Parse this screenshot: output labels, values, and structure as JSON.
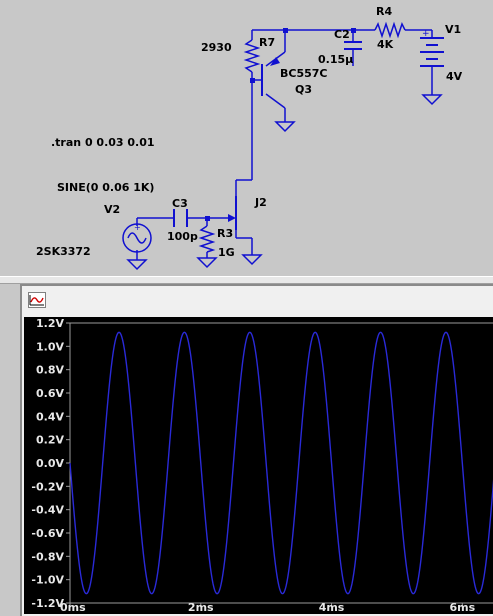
{
  "schematic": {
    "directive_tran": ".tran 0 0.03 0.01",
    "source_spec": "SINE(0 0.06 1K)",
    "components": {
      "R4": {
        "name": "R4",
        "value": "4K"
      },
      "V1": {
        "name": "V1",
        "value": "4V"
      },
      "C2": {
        "name": "C2",
        "value": "0.15µ"
      },
      "R7": {
        "name": "R7",
        "value": "2930"
      },
      "Q3": {
        "name": "Q3",
        "value": "BC557C"
      },
      "J2": {
        "name": "J2",
        "value": "2SK3372"
      },
      "C3": {
        "name": "C3",
        "value": "100p"
      },
      "R3": {
        "name": "R3",
        "value": "1G"
      },
      "V2": {
        "name": "V2"
      }
    },
    "wire_color": "#1010d0"
  },
  "waveform": {
    "icon": "waveform-icon",
    "trace_color": "#2a2ad8",
    "y_ticks": [
      "1.2V",
      "1.0V",
      "0.8V",
      "0.6V",
      "0.4V",
      "0.2V",
      "0.0V",
      "-0.2V",
      "-0.4V",
      "-0.6V",
      "-0.8V",
      "-1.0V",
      "-1.2V"
    ],
    "x_ticks": [
      "0ms",
      "2ms",
      "4ms",
      "6ms"
    ]
  },
  "chart_data": {
    "type": "line",
    "xlabel": "",
    "ylabel": "",
    "x_range_ms": [
      0,
      6.5
    ],
    "ylim": [
      -1.2,
      1.2
    ],
    "grid": false,
    "series": [
      {
        "amplitude_v": 1.12,
        "offset_v": 0.0,
        "frequency_hz": 1000,
        "phase_deg": 180
      }
    ],
    "x_ticks_ms": [
      0,
      2,
      4,
      6
    ],
    "y_ticks_v": [
      1.2,
      1.0,
      0.8,
      0.6,
      0.4,
      0.2,
      0.0,
      -0.2,
      -0.4,
      -0.6,
      -0.8,
      -1.0,
      -1.2
    ]
  }
}
